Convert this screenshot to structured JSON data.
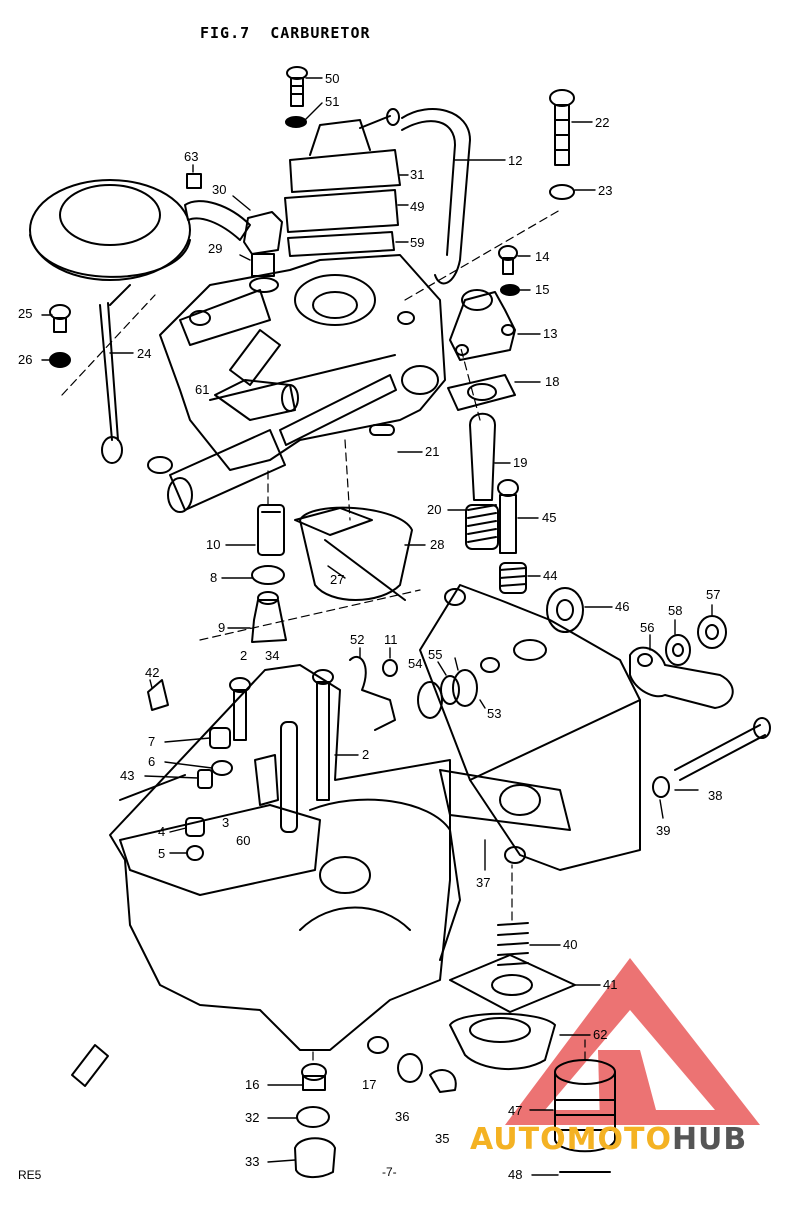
{
  "title": "FIG.7  CARBURETOR",
  "footer": {
    "left": "RE5",
    "page": "-7-"
  },
  "watermark": {
    "part1": "AUTOMOTO",
    "part2": "HUB",
    "color_accent": "#e64545",
    "color_text": "#f4b223"
  },
  "parts": {
    "p50": "50",
    "p51": "51",
    "p22": "22",
    "p12": "12",
    "p31": "31",
    "p23": "23",
    "p63": "63",
    "p30": "30",
    "p49": "49",
    "p59": "59",
    "p29": "29",
    "p14": "14",
    "p15": "15",
    "p25": "25",
    "p13": "13",
    "p26": "26",
    "p24": "24",
    "p18": "18",
    "p61": "61",
    "p21": "21",
    "p19": "19",
    "p20": "20",
    "p45": "45",
    "p10": "10",
    "p28": "28",
    "p8": "8",
    "p27": "27",
    "p44": "44",
    "p46": "46",
    "p58": "58",
    "p57": "57",
    "p9": "9",
    "p56": "56",
    "p52": "52",
    "p11": "11",
    "p55": "55",
    "p54": "54",
    "p2a": "2",
    "p34": "34",
    "p42": "42",
    "p53": "53",
    "p7": "7",
    "p2b": "2",
    "p6": "6",
    "p38": "38",
    "p43": "43",
    "p4": "4",
    "p3": "3",
    "p60": "60",
    "p39": "39",
    "p5": "5",
    "p37": "37",
    "p40": "40",
    "p41": "41",
    "p62": "62",
    "p16": "16",
    "p17": "17",
    "p47": "47",
    "p32": "32",
    "p36": "36",
    "p35": "35",
    "p33": "33",
    "p48": "48"
  }
}
